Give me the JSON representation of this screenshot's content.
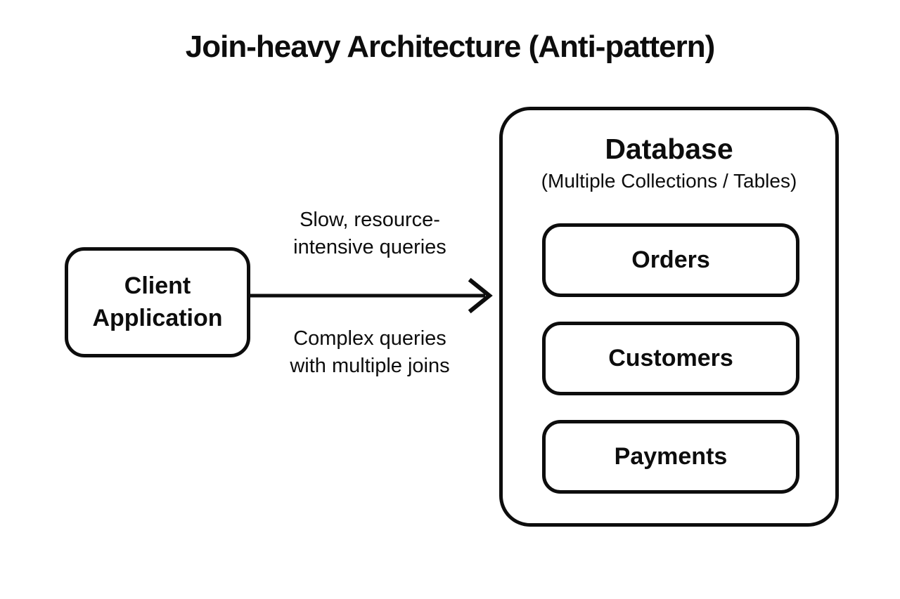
{
  "title": "Join-heavy Architecture (Anti-pattern)",
  "client": {
    "label": "Client Application"
  },
  "arrow": {
    "label_top": "Slow, resource-\nintensive queries",
    "label_bottom": "Complex queries\nwith multiple joins",
    "direction": "right"
  },
  "database": {
    "title": "Database",
    "subtitle": "(Multiple Collections / Tables)",
    "tables": [
      {
        "label": "Orders"
      },
      {
        "label": "Customers"
      },
      {
        "label": "Payments"
      }
    ]
  },
  "colors": {
    "ink": "#0d0d0d",
    "background": "#ffffff"
  }
}
